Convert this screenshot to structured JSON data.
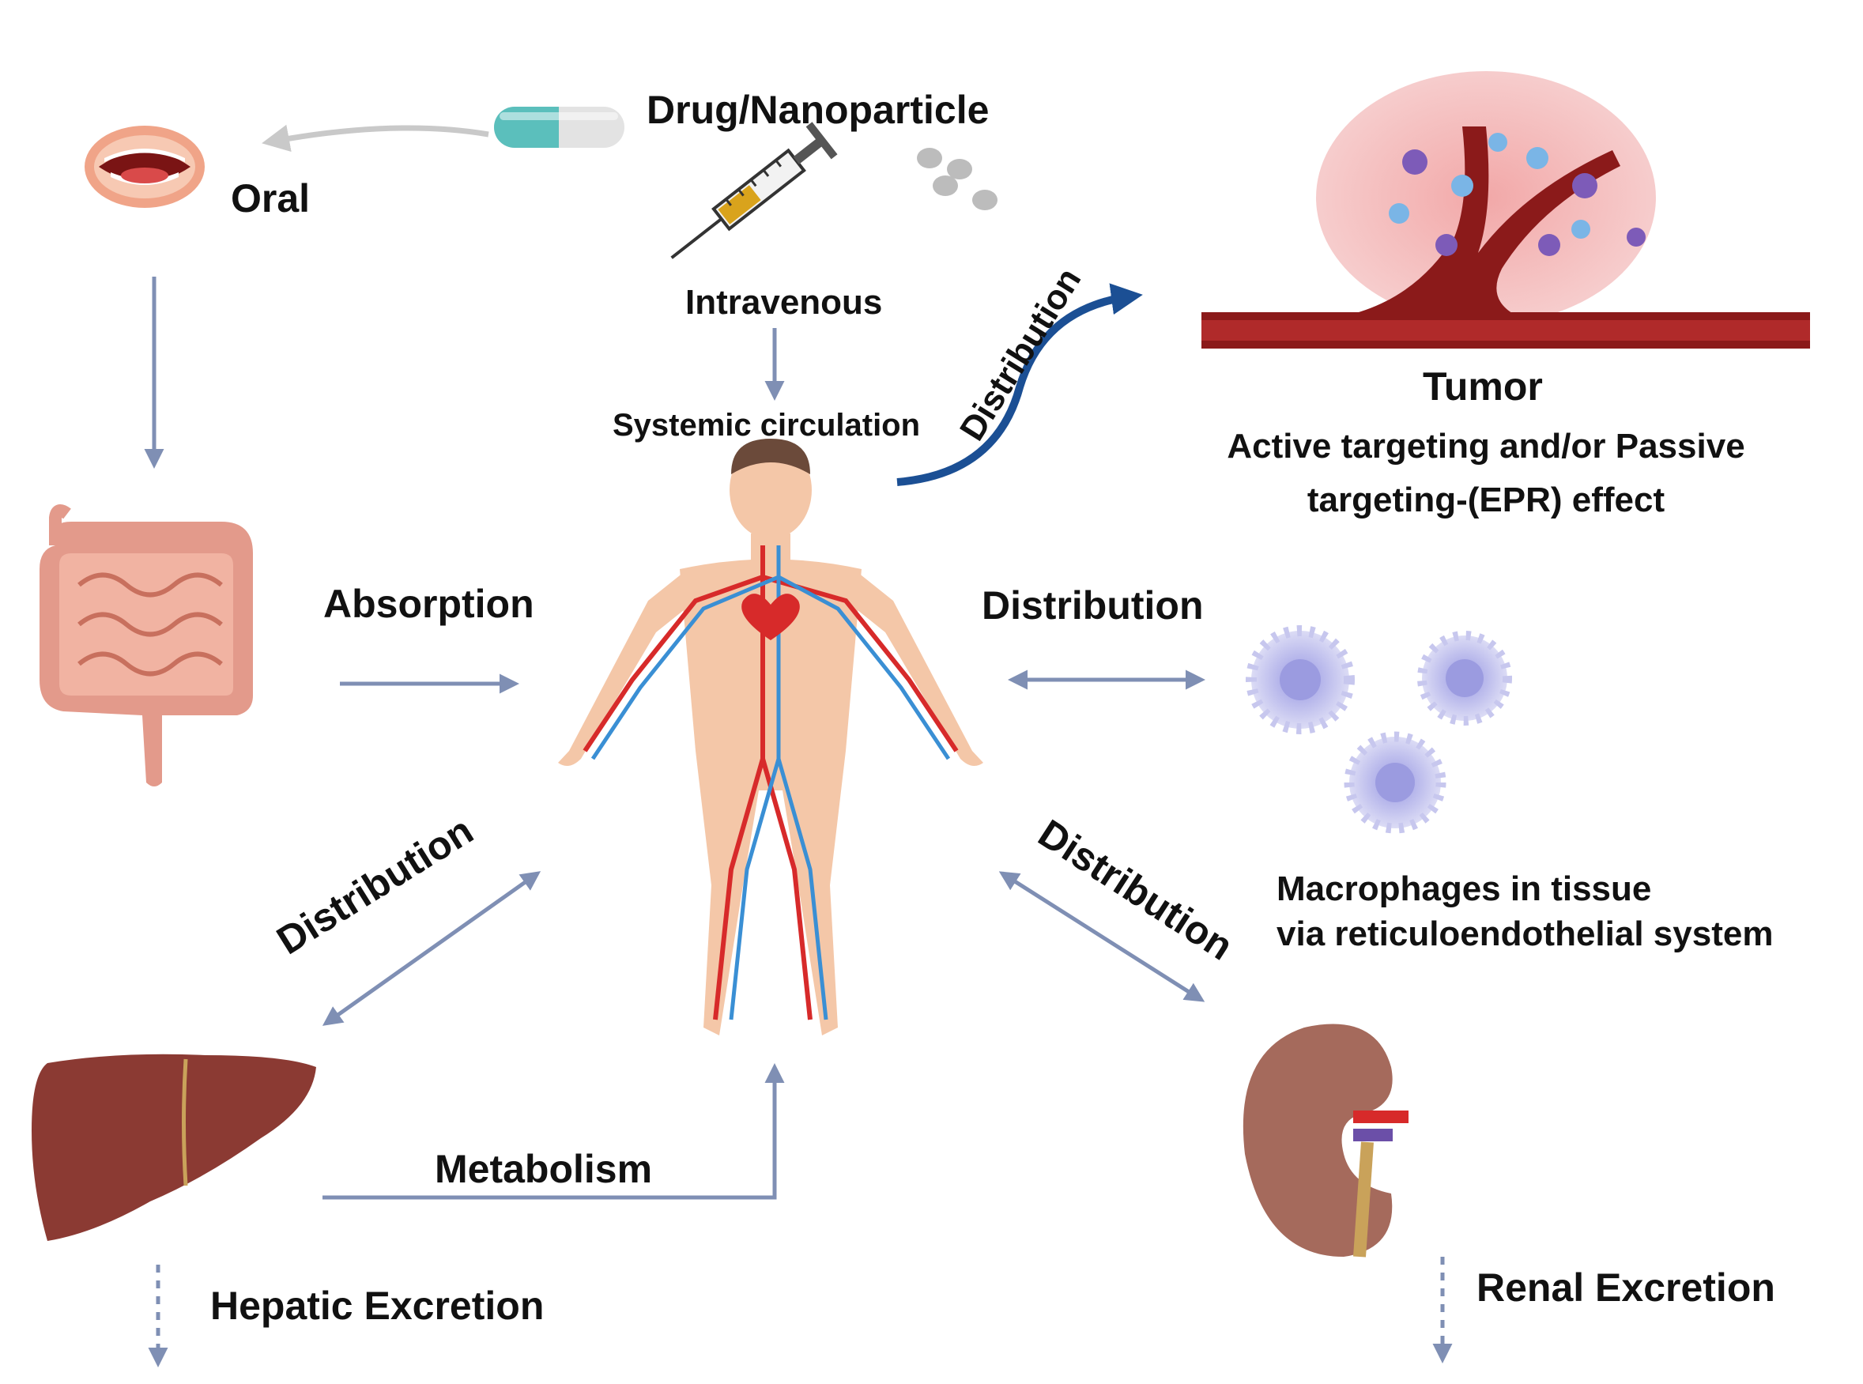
{
  "labels": {
    "drug": "Drug/Nanoparticle",
    "oral": "Oral",
    "intravenous": "Intravenous",
    "systemic": "Systemic circulation",
    "absorption": "Absorption",
    "distribution_tumor": "Distribution",
    "distribution_macrophage": "Distribution",
    "distribution_liver": "Distribution",
    "distribution_kidney": "Distribution",
    "tumor": "Tumor",
    "tumor_desc_1": "Active targeting and/or Passive",
    "tumor_desc_2": "targeting-(EPR) effect",
    "macrophages_1": "Macrophages in tissue",
    "macrophages_2": "via reticuloendothelial system",
    "metabolism": "Metabolism",
    "hepatic": "Hepatic Excretion",
    "renal": "Renal Excretion"
  },
  "colors": {
    "arrow": "#7f8fb4",
    "curved_arrow": "#1b4f94",
    "skin": "#f4c7a8",
    "artery": "#d72a2a",
    "vein": "#3a8fd4",
    "liver": "#8b3a33",
    "kidney": "#a56a5c",
    "macrophage": "#c7c7ee",
    "vessel": "#8b1a1a"
  }
}
